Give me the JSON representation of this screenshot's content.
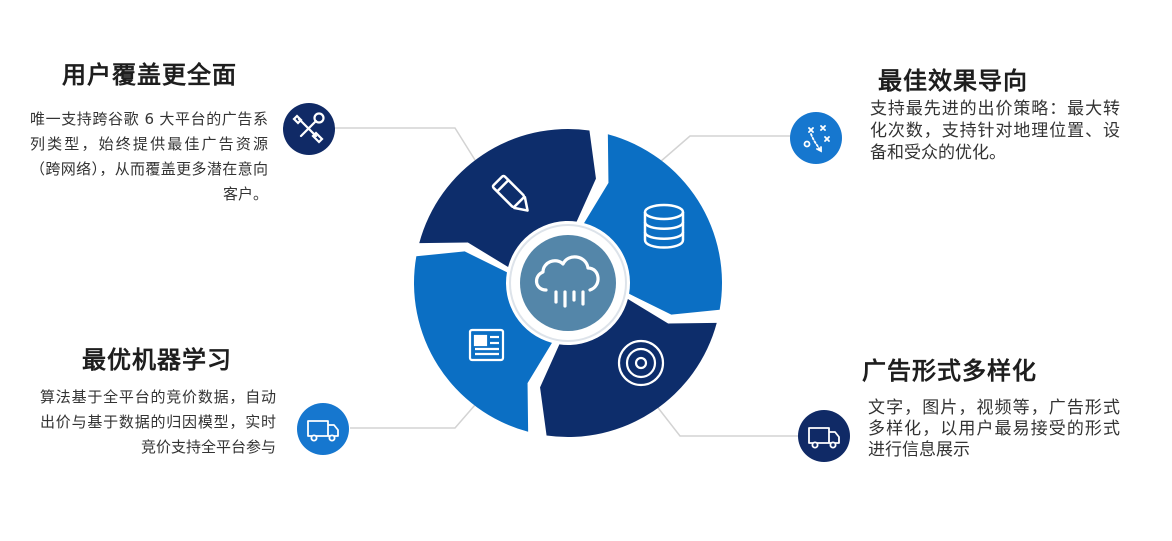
{
  "colors": {
    "navy": "#0d2d6b",
    "blue": "#0b6fc4",
    "badge_navy": "#102a66",
    "badge_blue": "#1677cf",
    "center": "#5486a9",
    "line": "#d3d3d3"
  },
  "sections": {
    "top_left": {
      "title": "用户覆盖更全面",
      "desc": "唯一支持跨谷歌 6 大平台的广告系列类型，始终提供最佳广告资源（跨网络），从而覆盖更多潜在意向客户。",
      "badge_icon": "tools-icon",
      "segment_icon": "pencil-icon"
    },
    "top_right": {
      "title": "最佳效果导向",
      "desc": "支持最先进的出价策略：最大转化次数，支持针对地理位置、设备和受众的优化。",
      "badge_icon": "strategy-play-icon",
      "segment_icon": "database-icon"
    },
    "bottom_left": {
      "title": "最优机器学习",
      "desc": "算法基于全平台的竞价数据，自动出价与基于数据的归因模型，实时竞价支持全平台参与",
      "badge_icon": "truck-icon",
      "segment_icon": "newspaper-icon"
    },
    "bottom_right": {
      "title": "广告形式多样化",
      "desc": "文字，图片，视频等，广告形式多样化，以用户最易接受的形式进行信息展示",
      "badge_icon": "truck-icon",
      "segment_icon": "disc-icon"
    },
    "center_icon": "cloud-rain-icon"
  }
}
